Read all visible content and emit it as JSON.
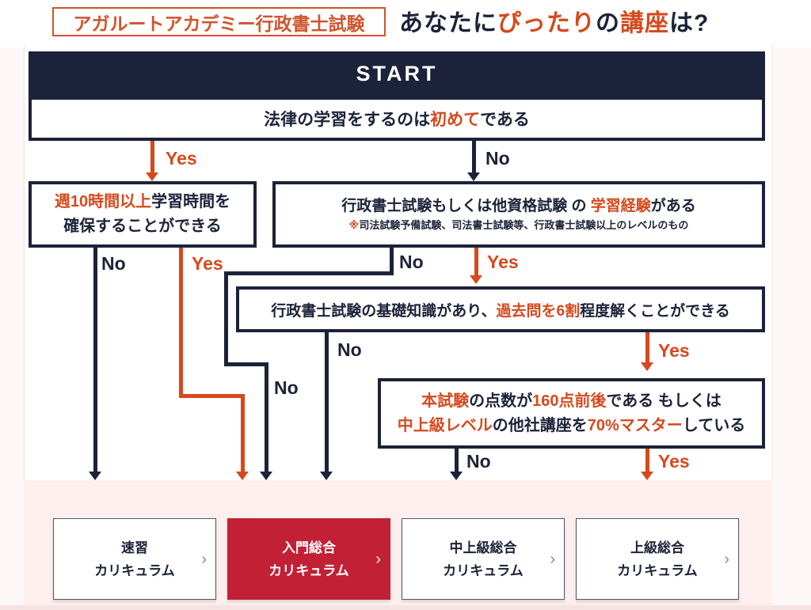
{
  "colors": {
    "navy": "#1b2239",
    "accent_orange": "#d5491d",
    "badge_orange": "#d0542e",
    "primary_button_red": "#c22035",
    "pink_band": "#fcefee"
  },
  "header": {
    "badge": "アガルートアカデミー行政書士試験",
    "title_parts": [
      "あなたに",
      "ぴったり",
      "の ",
      "講座",
      "は?"
    ]
  },
  "labels": {
    "yes": "Yes",
    "no": "No"
  },
  "flow": {
    "start": "START",
    "q1": {
      "parts": [
        "法律の学習をするのは",
        "初めて",
        "である"
      ]
    },
    "q2a": {
      "line1": [
        "週10時間以上",
        "学習時間を"
      ],
      "line2": "確保することができる"
    },
    "q2b": {
      "line1": [
        "行政書士試験もしくは他資格試験 の ",
        "学習経験",
        "がある"
      ],
      "note": [
        "※",
        "司法試験予備試験、司法書士試験等、行政書士試験以上のレベルのもの"
      ]
    },
    "q3": {
      "parts": [
        "行政書士試験の基礎知識があり、",
        "過去問を6割",
        "程度解くことができる"
      ]
    },
    "q4": {
      "line1": [
        "本試験",
        "の点数が",
        "160点前後",
        "である もしくは"
      ],
      "line2": [
        "中上級レベル",
        "の他社講座を",
        "70%マスター",
        "している"
      ]
    }
  },
  "buttons": [
    {
      "line1": "速習",
      "line2": "カリキュラム"
    },
    {
      "line1": "入門総合",
      "line2": "カリキュラム"
    },
    {
      "line1": "中上級総合",
      "line2": "カリキュラム"
    },
    {
      "line1": "上級総合",
      "line2": "カリキュラム"
    }
  ],
  "icons": {
    "chevron_right": "›"
  }
}
